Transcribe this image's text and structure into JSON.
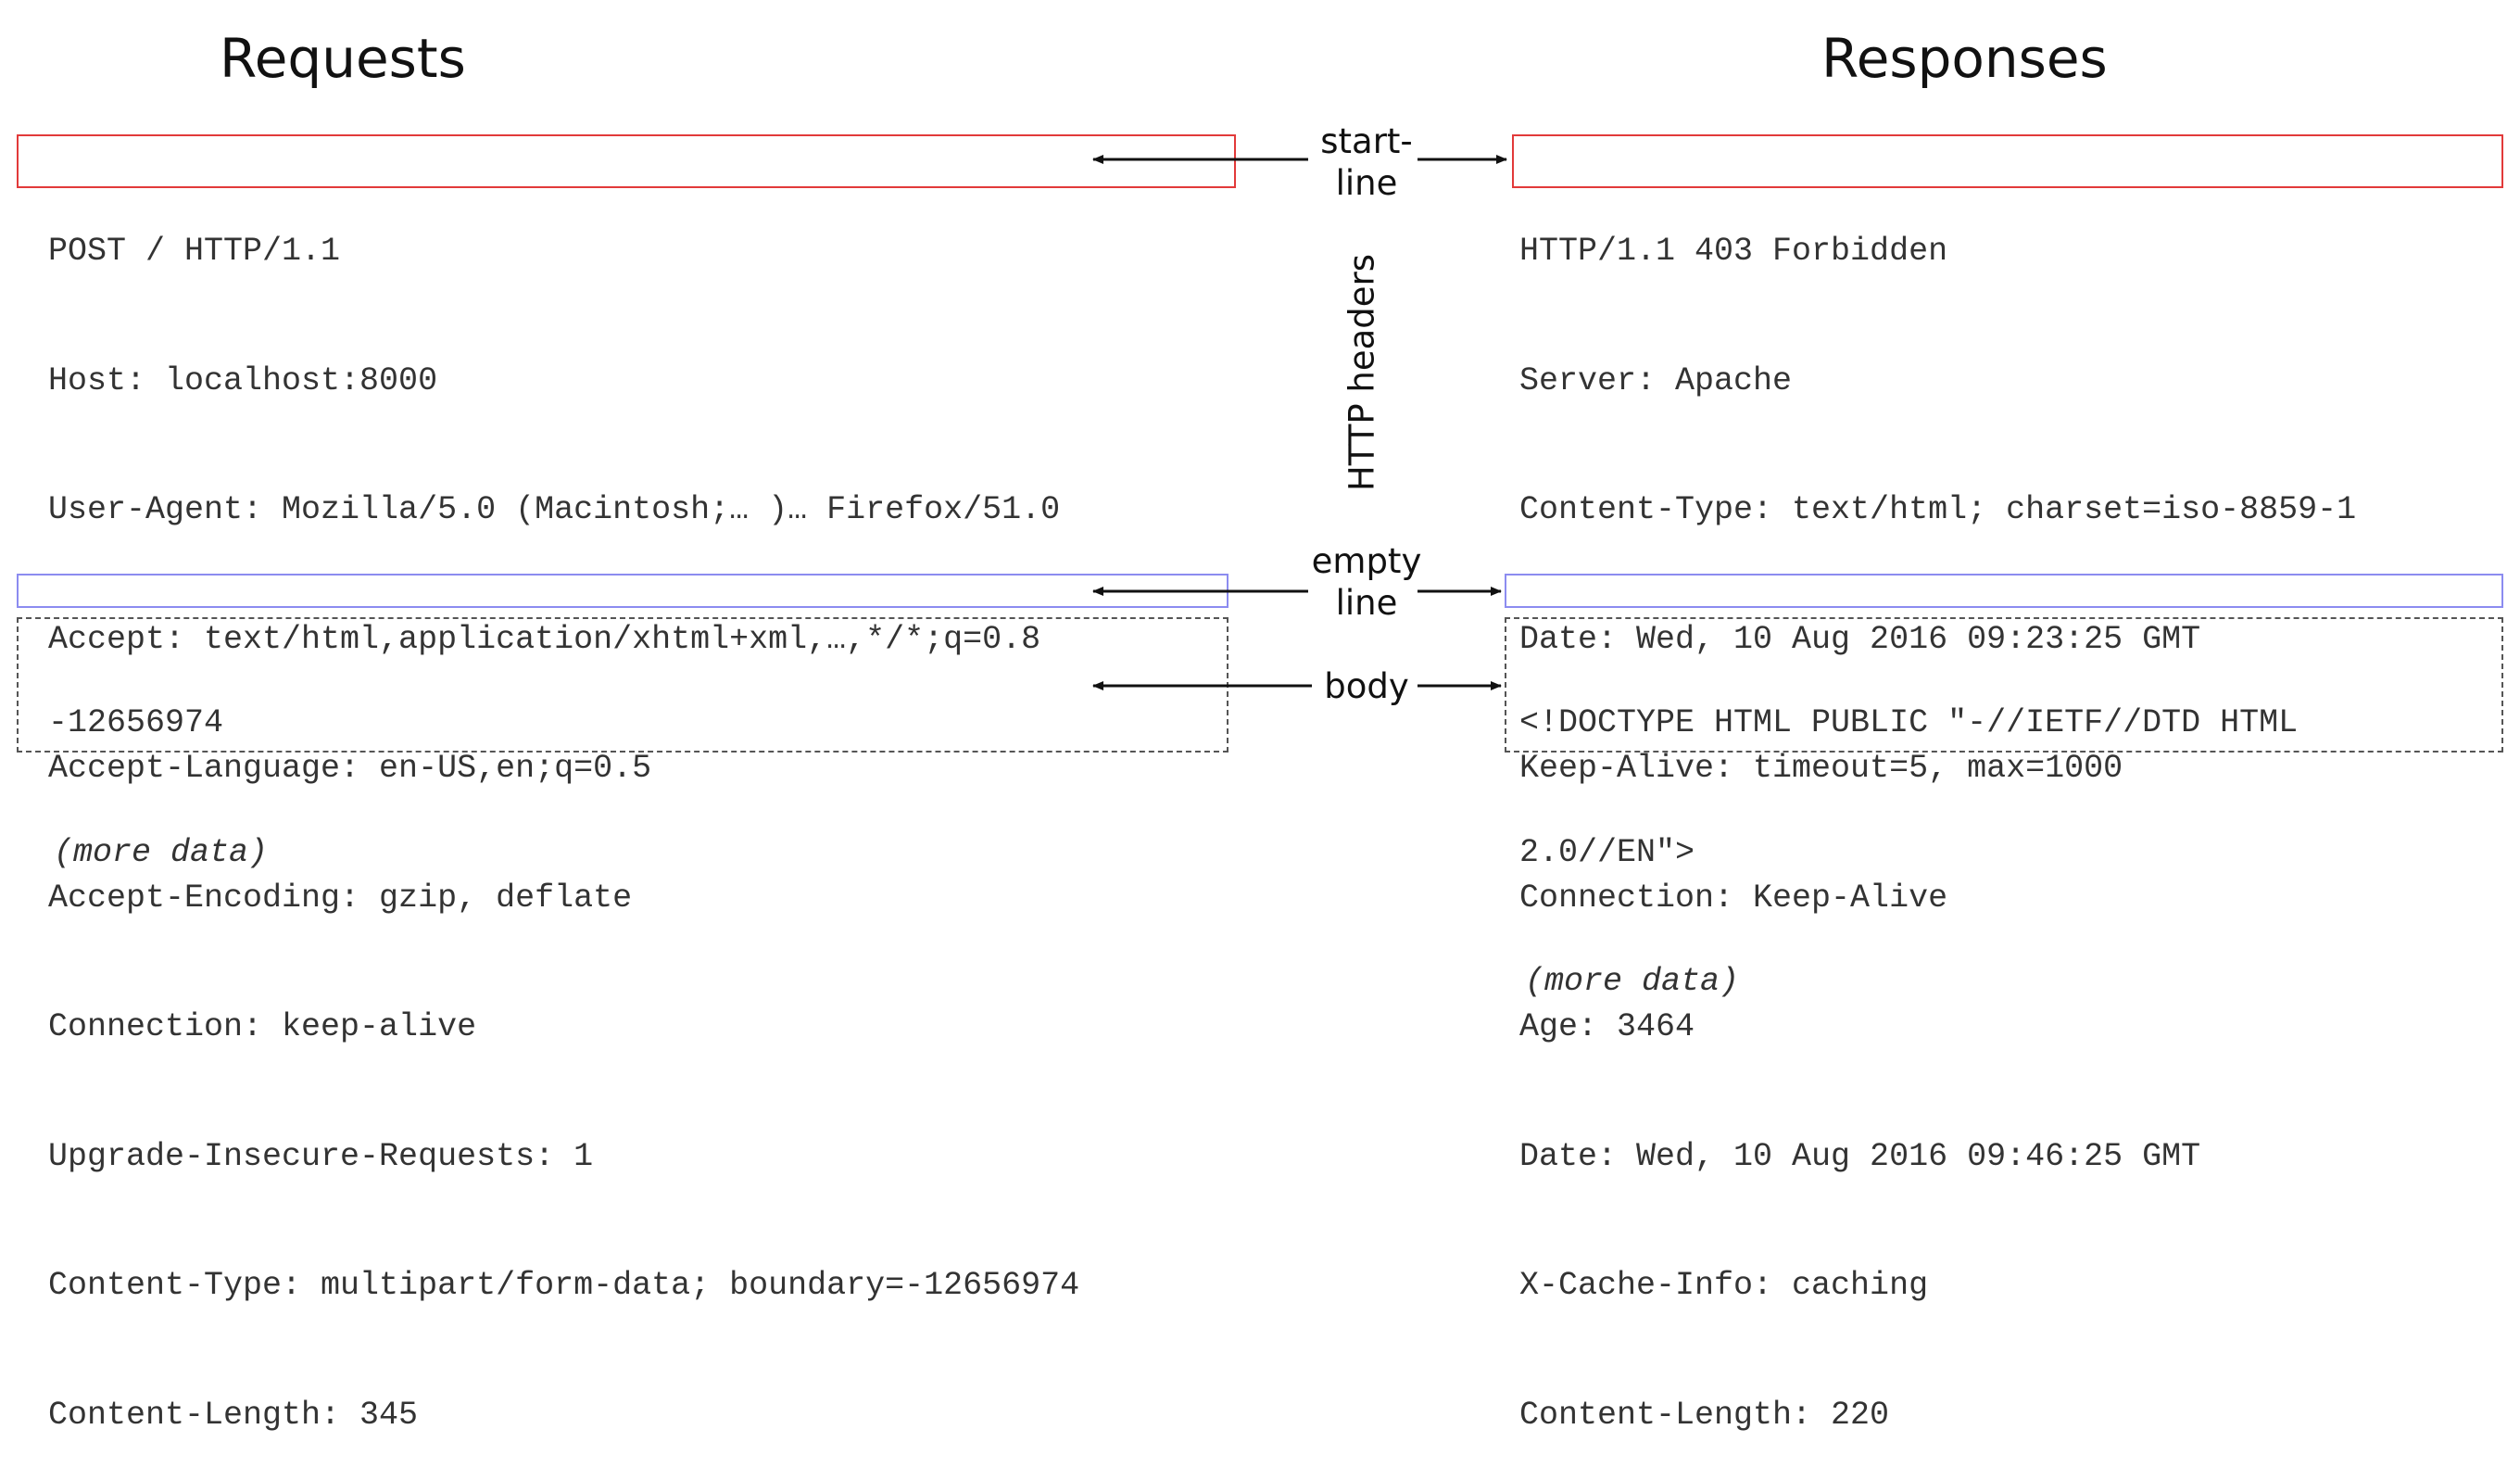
{
  "requests": {
    "title": "Requests",
    "start_line": "POST / HTTP/1.1",
    "headers": [
      "Host: localhost:8000",
      "User-Agent: Mozilla/5.0 (Macintosh;… )… Firefox/51.0",
      "Accept: text/html,application/xhtml+xml,…,*/*;q=0.8",
      "Accept-Language: en-US,en;q=0.5",
      "Accept-Encoding: gzip, deflate",
      "Connection: keep-alive",
      "Upgrade-Insecure-Requests: 1",
      "Content-Type: multipart/form-data; boundary=-12656974",
      "Content-Length: 345"
    ],
    "body": [
      "-12656974"
    ],
    "more_data": "(more data)"
  },
  "responses": {
    "title": "Responses",
    "start_line": "HTTP/1.1 403 Forbidden",
    "headers": [
      "Server: Apache",
      "Content-Type: text/html; charset=iso-8859-1",
      "Date: Wed, 10 Aug 2016 09:23:25 GMT",
      "Keep-Alive: timeout=5, max=1000",
      "Connection: Keep-Alive",
      "Age: 3464",
      "Date: Wed, 10 Aug 2016 09:46:25 GMT",
      "X-Cache-Info: caching",
      "Content-Length: 220"
    ],
    "body": [
      "<!DOCTYPE HTML PUBLIC \"-//IETF//DTD HTML",
      "2.0//EN\">"
    ],
    "more_data": "(more data)"
  },
  "labels": {
    "start_line": [
      "start-",
      "line"
    ],
    "http_headers": "HTTP headers",
    "empty_line": [
      "empty",
      "line"
    ],
    "body": "body"
  },
  "colors": {
    "start_line_box": "#e23a3a",
    "empty_line_box": "#8c8cf0",
    "body_box": "#555555"
  }
}
